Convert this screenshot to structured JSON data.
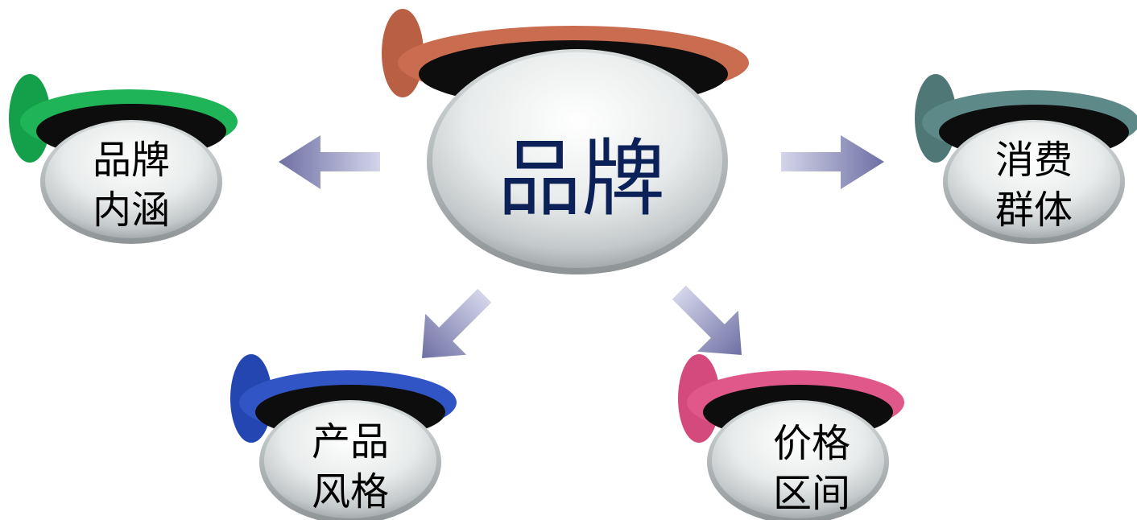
{
  "center": {
    "label": "品牌",
    "accent_color": "#c46a4e",
    "text_color": "#0c2157"
  },
  "nodes": [
    {
      "id": "brand-connotation",
      "line1": "品牌",
      "line2": "内涵",
      "accent_color": "#1fb457"
    },
    {
      "id": "consumer-group",
      "line1": "消费",
      "line2": "群体",
      "accent_color": "#5d8a88"
    },
    {
      "id": "product-style",
      "line1": "产品",
      "line2": "风格",
      "accent_color": "#3155c4"
    },
    {
      "id": "price-range",
      "line1": "价格",
      "line2": "区间",
      "accent_color": "#e0588a"
    }
  ],
  "arrow_color": "#6e6fa3"
}
